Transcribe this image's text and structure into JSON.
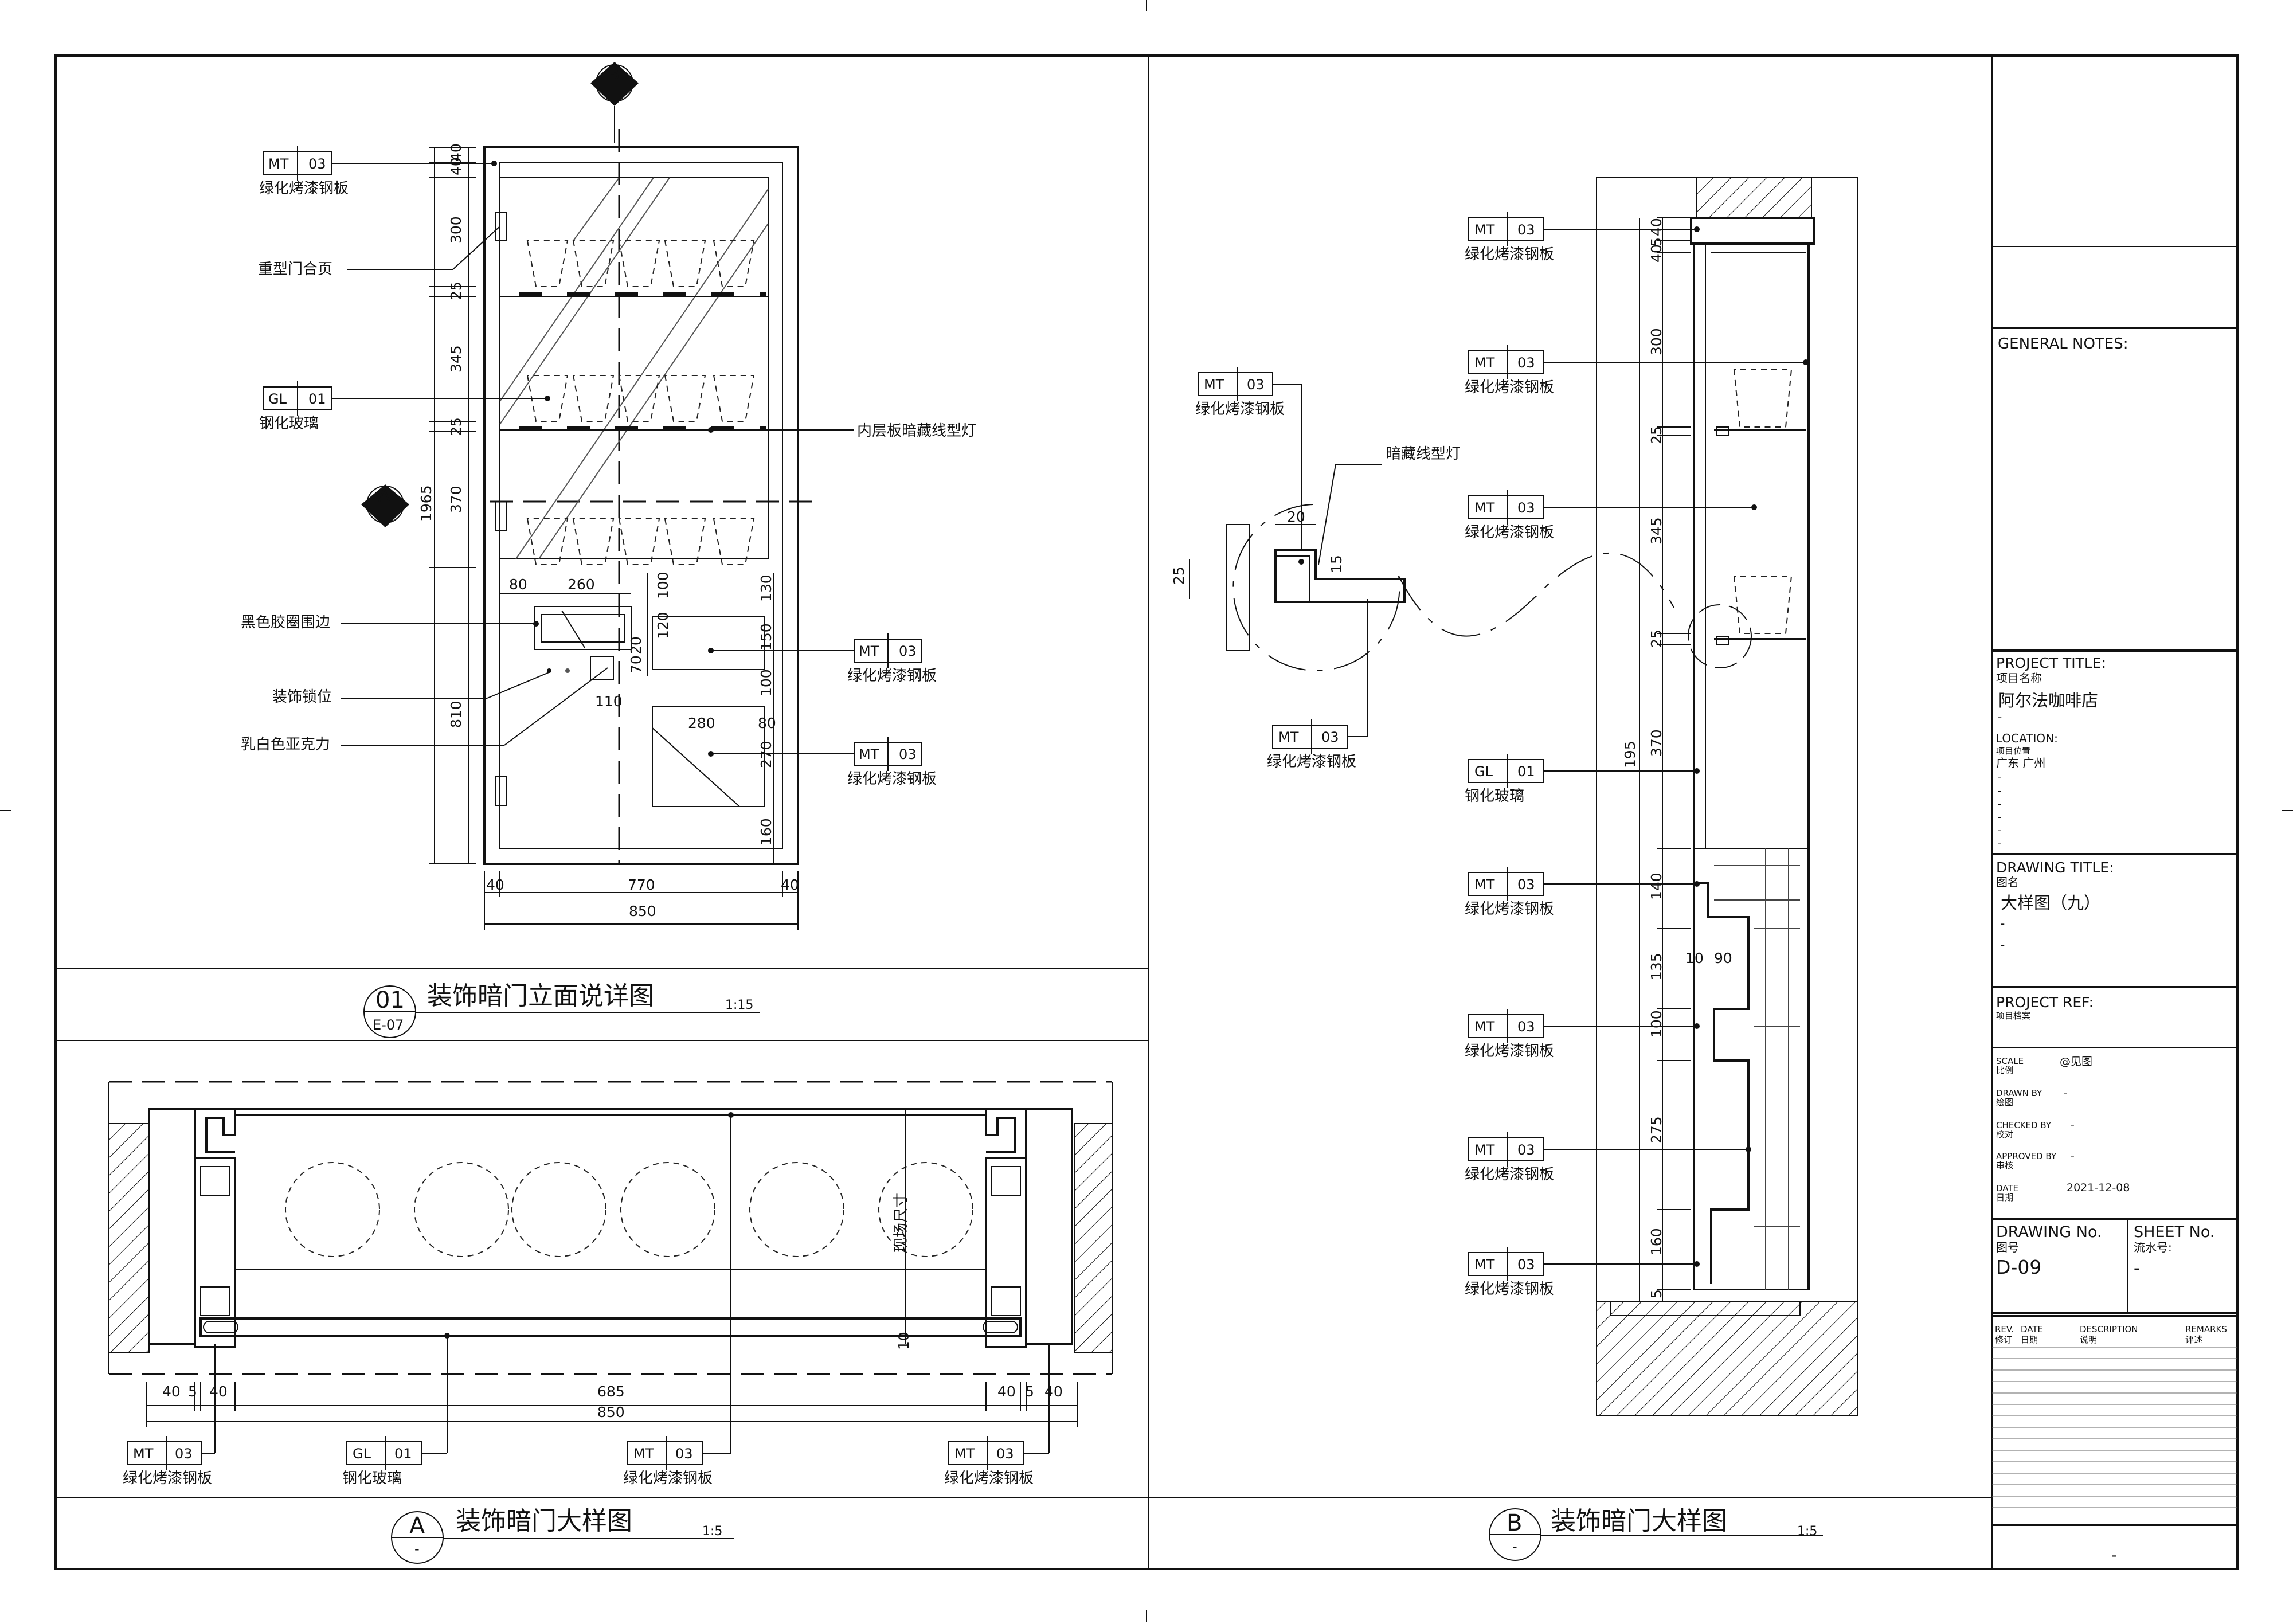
{
  "views": {
    "v01": {
      "number": "01",
      "ref": "E-07",
      "title": "装饰暗门立面说详图",
      "scale": "1:15"
    },
    "vA": {
      "number": "A",
      "ref": "-",
      "title": "装饰暗门大样图",
      "scale": "1:5"
    },
    "vB": {
      "number": "B",
      "ref": "-",
      "title": "装饰暗门大样图",
      "scale": "1:5"
    }
  },
  "markers": {
    "section_b": "B",
    "section_a": "A"
  },
  "material": {
    "mt_code": "MT",
    "mt_num": "03",
    "mt_name": "绿化烤漆钢板",
    "gl_code": "GL",
    "gl_num": "01",
    "gl_name": "钢化玻璃"
  },
  "labels": {
    "hinge": "重型门合页",
    "hidden_light": "内层板暗藏线型灯",
    "rubber_edge": "黑色胶圈围边",
    "lock": "装饰锁位",
    "acrylic": "乳白色亚克力",
    "hidden_light_b": "暗藏线型灯",
    "site_size": "现场尺寸"
  },
  "dims_01": {
    "h40a": "40",
    "h40b": "40",
    "h300": "300",
    "h25a": "25",
    "h345": "345",
    "h25b": "25",
    "h370": "370",
    "h1965": "1965",
    "h810": "810",
    "w80": "80",
    "w260": "260",
    "w100": "100",
    "w130": "130",
    "w120": "120",
    "w150": "150",
    "w70": "70",
    "w20": "20",
    "w100b": "100",
    "w110": "110",
    "w280": "280",
    "w80b": "80",
    "w270": "270",
    "w160": "160",
    "b40a": "40",
    "b770": "770",
    "b40b": "40",
    "b850": "850"
  },
  "dims_a": {
    "d40a": "40",
    "d5a": "5",
    "d40b": "40",
    "d685": "685",
    "d40c": "40",
    "d5b": "5",
    "d40d": "40",
    "d850": "850",
    "d10": "10"
  },
  "dims_b": {
    "d40a": "40",
    "d5a": "5",
    "d40b": "40",
    "d300": "300",
    "d25a": "25",
    "d345": "345",
    "d25b": "25",
    "d370": "370",
    "d195": "195",
    "d140": "140",
    "d135": "135",
    "d10": "10",
    "d90": "90",
    "d100": "100",
    "d275": "275",
    "d160": "160",
    "d5b": "5",
    "det20": "20",
    "det15": "15",
    "det25": "25"
  },
  "title_block": {
    "general_notes": "GENERAL NOTES:",
    "project_title_en": "PROJECT TITLE:",
    "project_title_cn": "项目名称",
    "project_name": "阿尔法咖啡店",
    "dash": "-",
    "location_en": "LOCATION:",
    "location_cn": "项目位置",
    "location_val": "广东 广州",
    "drawing_title_en": "DRAWING  TITLE:",
    "drawing_title_cn": "图名",
    "drawing_name": "大样图（九）",
    "project_ref_en": "PROJECT REF:",
    "project_ref_cn": "项目档案",
    "scale_en": "SCALE",
    "scale_cn": "比例",
    "scale_val": "@见图",
    "drawn_en": "DRAWN BY",
    "drawn_cn": "绘图",
    "drawn_val": "-",
    "checked_en": "CHECKED BY",
    "checked_cn": "校对",
    "checked_val": "-",
    "approved_en": "APPROVED BY",
    "approved_cn": "审核",
    "approved_val": "-",
    "date_en": "DATE",
    "date_cn": "日期",
    "date_val": "2021-12-08",
    "drawing_no_en": "DRAWING No.",
    "drawing_no_cn": "图号",
    "drawing_no_val": "D-09",
    "sheet_no_en": "SHEET No.",
    "sheet_no_cn": "流水号:",
    "sheet_no_val": "-",
    "rev_en": "REV.",
    "rev_cn": "修订",
    "date2_en": "DATE",
    "date2_cn": "日期",
    "desc_en": "DESCRIPTION",
    "desc_cn": "说明",
    "remarks_en": "REMARKS",
    "remarks_cn": "评述",
    "footer": "-"
  }
}
